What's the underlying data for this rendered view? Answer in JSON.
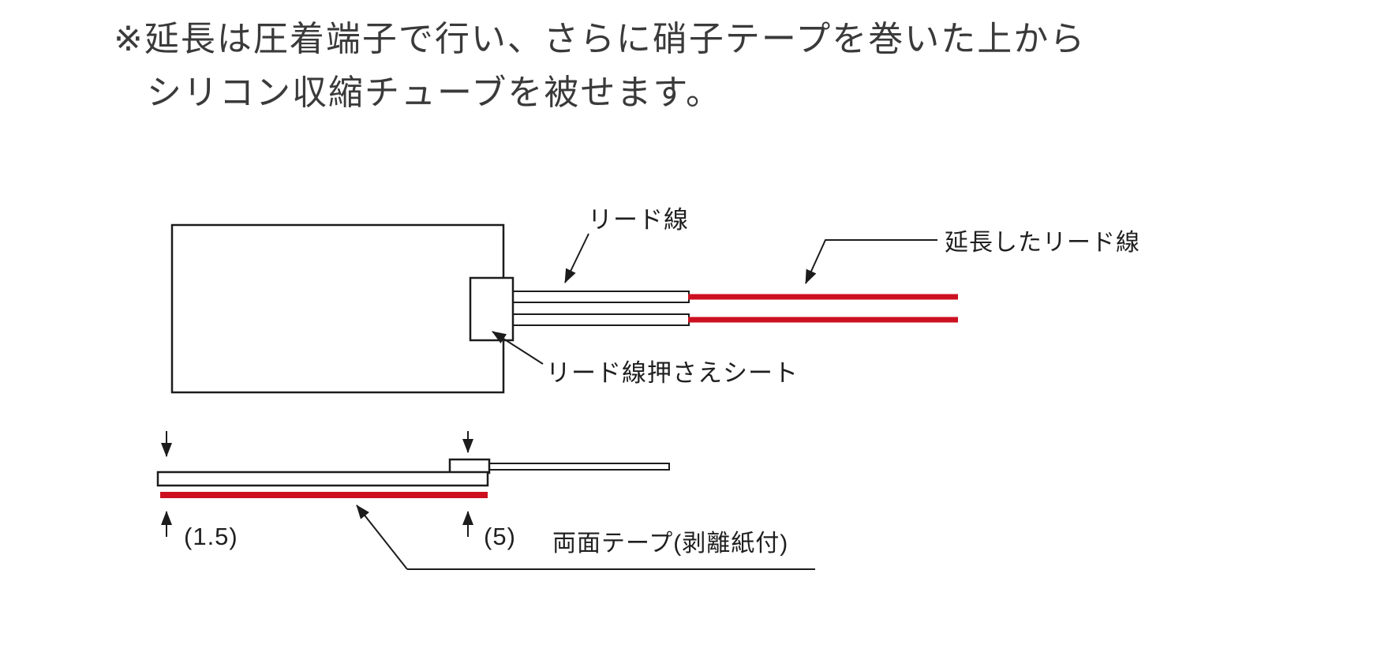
{
  "note": {
    "line1": "※延長は圧着端子で行い、さらに硝子テープを巻いた上から",
    "line2": "シリコン収縮チューブを被せます。"
  },
  "diagram": {
    "labels": {
      "lead_wire": "リード線",
      "extended_lead_wire": "延長したリード線",
      "lead_wire_press_sheet": "リード線押さえシート",
      "double_sided_tape": "両面テープ(剥離紙付)",
      "dim_left": "(1.5)",
      "dim_right": "(5)"
    },
    "colors": {
      "wire_red": "#cc1020",
      "line_black": "#1c1c1c",
      "text_dark": "#3a3a3a"
    }
  }
}
